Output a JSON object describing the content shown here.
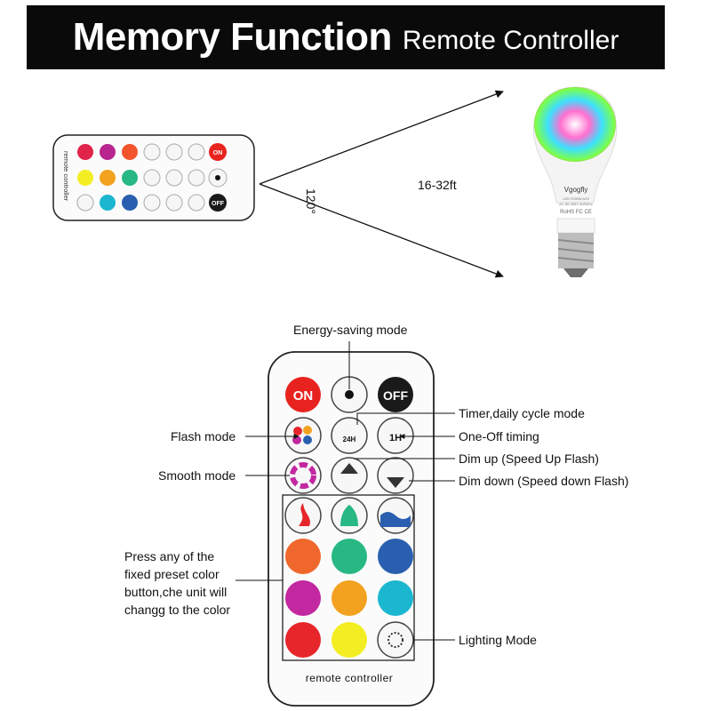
{
  "header": {
    "title_main": "Memory Function",
    "title_sub": "Remote Controller"
  },
  "range": {
    "angle": "120°",
    "distance": "16-32ft"
  },
  "small_remote": {
    "label": "remote controller",
    "on_label": "ON",
    "off_label": "OFF"
  },
  "bulb": {
    "brand": "Vgogfly",
    "spec_line1": "LED RGBW A19",
    "spec_line2": "AC 85-265V 50/60Hz",
    "cert": "RoHS FC CE"
  },
  "big_remote": {
    "on_label": "ON",
    "off_label": "OFF",
    "label": "remote controller",
    "timer_24h": "24H",
    "timer_1h": "1H"
  },
  "annotations": {
    "energy_saving": "Energy-saving mode",
    "timer_daily": "Timer,daily cycle mode",
    "flash": "Flash mode",
    "one_off": "One-Off timing",
    "dim_up": "Dim up (Speed Up Flash)",
    "smooth": "Smooth mode",
    "dim_down": "Dim down (Speed down Flash)",
    "preset_1": "Press any of the",
    "preset_2": "fixed preset color",
    "preset_3": "button,che unit will",
    "preset_4": "changg to the color",
    "lighting": "Lighting Mode"
  },
  "colors": {
    "header_bg": "#0a0a0a",
    "on_red": "#e8231f",
    "off_black": "#1a1a1a",
    "red": "#e6262a",
    "orange": "#f0672b",
    "green": "#27b884",
    "blue": "#2a5fb0",
    "magenta": "#c228a0",
    "amber": "#f2a21f",
    "cyan": "#1bb6cf",
    "yellow": "#f3ee23"
  }
}
